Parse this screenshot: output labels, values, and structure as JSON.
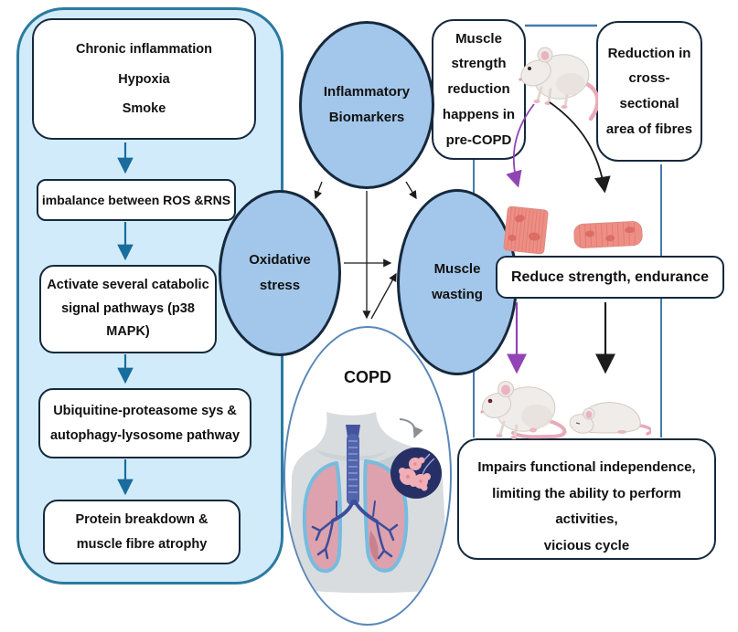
{
  "colors": {
    "panel_fill": "#d2ebfb",
    "panel_border": "#2b7aa0",
    "box_border": "#16293d",
    "node_fill": "#a3c7ea",
    "node_border": "#16293d",
    "copd_ring": "#5b87b8",
    "arrow_teal": "#1a6c9c",
    "connector_blue": "#4579ad",
    "arrow_purple": "#9144b5",
    "arrow_black": "#1c1c1c",
    "fibre_pink": "#ef8e85",
    "text": "#111111"
  },
  "left_panel": {
    "causes": [
      "Chronic inflammation",
      "Hypoxia",
      "Smoke"
    ],
    "step1": "imbalance between ROS &RNS",
    "step2": "Activate several catabolic signal pathways (p38 MAPK)",
    "step3": "Ubiquitine-proteasome sys & autophagy-lysosome pathway",
    "step4": "Protein breakdown & muscle fibre atrophy"
  },
  "nodes": {
    "inflammatory": "Inflammatory Biomarkers",
    "oxidative": "Oxidative stress",
    "muscle_wasting": "Muscle wasting",
    "copd": "COPD"
  },
  "right_panel": {
    "pre_copd": "Muscle strength reduction happens in pre-COPD",
    "cross_sectional": "Reduction in cross-sectional area of fibres",
    "reduce": "Reduce strength, endurance",
    "impairs_lines": [
      "Impairs functional independence,",
      "limiting the ability to perform activities,",
      "vicious cycle"
    ]
  },
  "icons": {
    "healthy_mouse": "healthy-mouse-illustration",
    "weak_mouse": "weak-mouse-illustration",
    "hunched_mouse": "hunched-mouse-illustration",
    "muscle_fibres": "muscle-fibre-sections-illustration",
    "lungs": "lungs-with-alveoli-inset-illustration"
  }
}
